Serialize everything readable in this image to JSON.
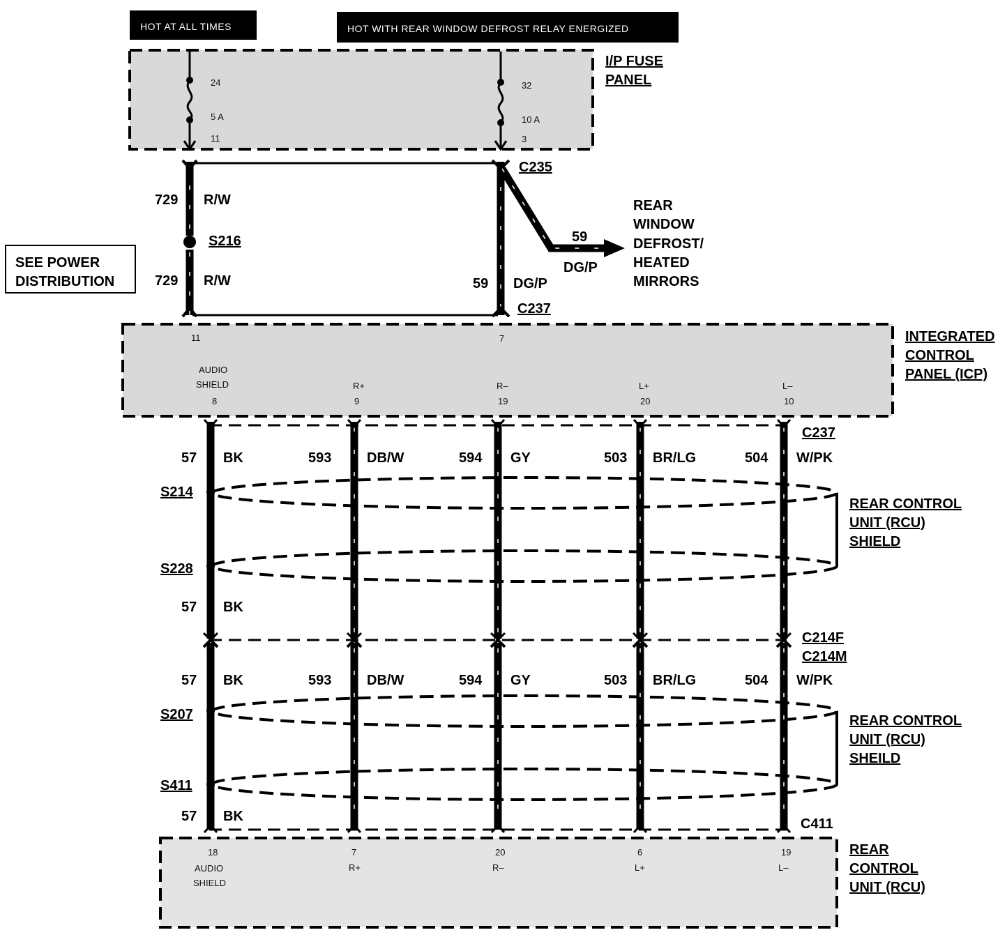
{
  "headers": {
    "hot_at_all_times": "HOT AT ALL TIMES",
    "hot_with_defrost": "HOT WITH REAR WINDOW  DEFROST RELAY ENERGIZED"
  },
  "fuse_panel": {
    "title_line1": "I/P FUSE",
    "title_line2": "PANEL",
    "fuse_left": {
      "top": "24",
      "rating": "5 A",
      "bottom": "11"
    },
    "fuse_right": {
      "top": "32",
      "rating": "10 A",
      "bottom": "3"
    }
  },
  "power": {
    "circuit_729_upper": "729",
    "color_rw_upper": "R/W",
    "splice_s216": "S216",
    "circuit_729_lower": "729",
    "color_rw_lower": "R/W",
    "connector_c235": "C235",
    "circuit_59_branch": "59",
    "color_dgp_branch": "DG/P",
    "circuit_59_vertical": "59",
    "color_dgp_vertical": "DG/P",
    "connector_c237_top": "C237",
    "see_power_line1": "SEE POWER",
    "see_power_line2": "DISTRIBUTION",
    "dest_line1": "REAR",
    "dest_line2": "WINDOW",
    "dest_line3": "DEFROST/",
    "dest_line4": "HEATED",
    "dest_line5": "MIRRORS"
  },
  "icp": {
    "title_line1": "INTEGRATED",
    "title_line2": "CONTROL",
    "title_line3": "PANEL (ICP)",
    "pin_power_left": "11",
    "pin_power_right": "7",
    "audio_line1": "AUDIO",
    "audio_line2": "SHIELD",
    "pins": [
      {
        "name": "",
        "num": "8"
      },
      {
        "name": "R+",
        "num": "9"
      },
      {
        "name": "R–",
        "num": "19"
      },
      {
        "name": "L+",
        "num": "20"
      },
      {
        "name": "L–",
        "num": "10"
      }
    ]
  },
  "wires_upper": [
    {
      "circuit": "57",
      "color": "BK"
    },
    {
      "circuit": "593",
      "color": "DB/W"
    },
    {
      "circuit": "594",
      "color": "GY"
    },
    {
      "circuit": "503",
      "color": "BR/LG"
    },
    {
      "circuit": "504",
      "color": "W/PK"
    }
  ],
  "wires_lower": [
    {
      "circuit": "57",
      "color": "BK"
    },
    {
      "circuit": "593",
      "color": "DB/W"
    },
    {
      "circuit": "594",
      "color": "GY"
    },
    {
      "circuit": "503",
      "color": "BR/LG"
    },
    {
      "circuit": "504",
      "color": "W/PK"
    }
  ],
  "ground_mid": {
    "circuit": "57",
    "color": "BK"
  },
  "ground_bottom": {
    "circuit": "57",
    "color": "BK"
  },
  "splices": {
    "s214": "S214",
    "s228": "S228",
    "s207": "S207",
    "s411": "S411"
  },
  "connectors": {
    "c237": "C237",
    "c214f": "C214F",
    "c214m": "C214M",
    "c411": "C411"
  },
  "shield_upper": {
    "line1": "REAR CONTROL",
    "line2": "UNIT (RCU)",
    "line3": "SHIELD"
  },
  "shield_lower": {
    "line1": "REAR CONTROL",
    "line2": "UNIT (RCU)",
    "line3": "SHEILD"
  },
  "rcu": {
    "title_line1": "REAR",
    "title_line2": "CONTROL",
    "title_line3": "UNIT (RCU)",
    "audio_line1": "AUDIO",
    "audio_line2": "SHIELD",
    "pins": [
      {
        "name": "",
        "num": "18"
      },
      {
        "name": "R+",
        "num": "7"
      },
      {
        "name": "R–",
        "num": "20"
      },
      {
        "name": "L+",
        "num": "6"
      },
      {
        "name": "L–",
        "num": "19"
      }
    ]
  }
}
